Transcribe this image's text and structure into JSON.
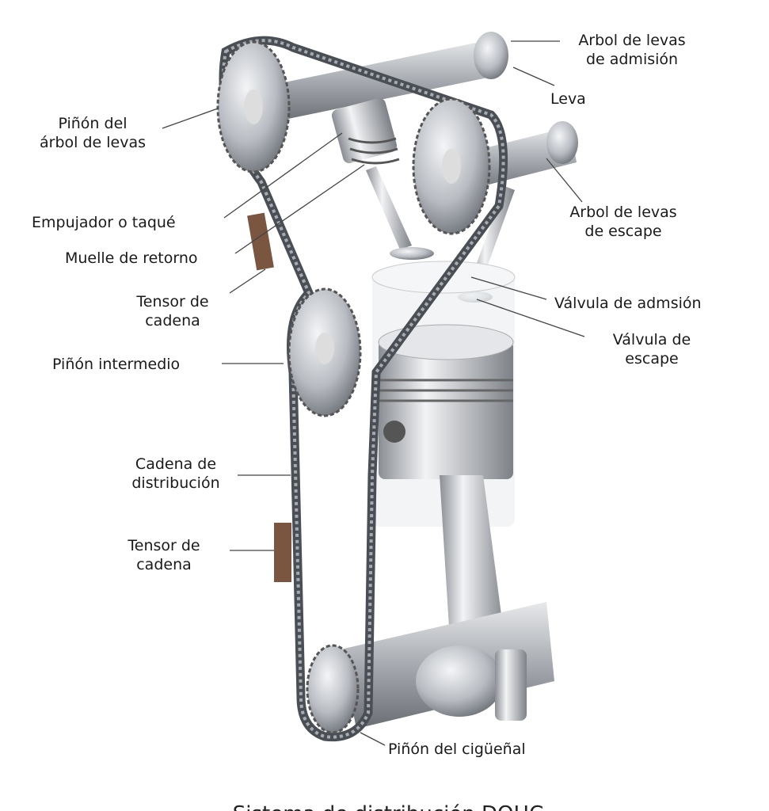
{
  "labels": {
    "intake_camshaft": [
      "Arbol de levas",
      "de admisión"
    ],
    "cam": "Leva",
    "camshaft_sprocket": [
      "Piñón del",
      "árbol de levas"
    ],
    "tappet": "Empujador o taqué",
    "return_spring": "Muelle de retorno",
    "chain_tensioner_upper": [
      "Tensor de",
      "cadena"
    ],
    "exhaust_camshaft": [
      "Arbol de levas",
      "de escape"
    ],
    "intake_valve": "Válvula de admsión",
    "exhaust_valve": [
      "Válvula de",
      "escape"
    ],
    "idler_sprocket": "Piñón intermedio",
    "timing_chain": [
      "Cadena de",
      "distribución"
    ],
    "chain_tensioner_lower": [
      "Tensor de",
      "cadena"
    ],
    "crankshaft_sprocket": "Piñón del cigüeñal"
  },
  "caption": "Sistema de distribución DOHC",
  "colors": {
    "metal": "#b8bcc2",
    "chain": "#4a4e55",
    "tensioner": "#7a5540"
  }
}
